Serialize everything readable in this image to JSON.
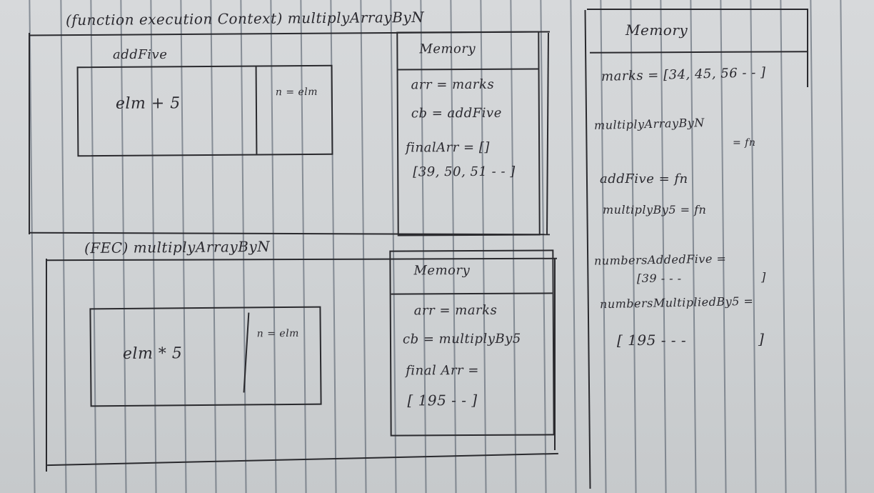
{
  "top_ec": {
    "title": "(function execution Context) multiplyArrayByN",
    "inner_label": "addFive",
    "inner_expr": "elm + 5",
    "inner_param": "n = elm",
    "memory_title": "Memory",
    "memory_lines": [
      "arr = marks",
      "cb = addFive",
      "finalArr = [] ",
      "[39, 50, 51 - - ]"
    ]
  },
  "bottom_ec": {
    "title": "(FEC)   multiplyArrayByN",
    "inner_expr": "elm * 5",
    "inner_param": "n = elm",
    "memory_title": "Memory",
    "memory_lines": [
      "arr = marks",
      "cb = multiplyBy5",
      "final Arr =",
      "[ 195 - -      ]"
    ]
  },
  "global_memory": {
    "title": "Memory",
    "lines": [
      "marks = [34, 45, 56 - - ]",
      "multiplyArrayByN",
      "= fn",
      "addFive = fn",
      "multiplyBy5 = fn",
      "numbersAddedFive =",
      "[39 - - -",
      "]",
      "numbersMultipliedBy5 =",
      "[ 195 - - -",
      "]"
    ]
  }
}
